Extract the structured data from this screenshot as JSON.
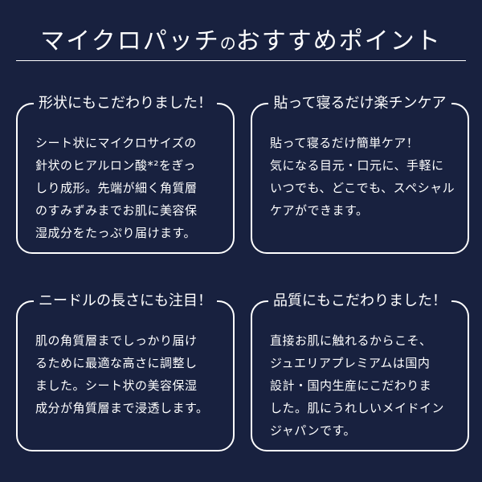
{
  "header": {
    "title_part1": "マイクロパッチ",
    "title_part2": "の",
    "title_part3": "おすすめポイント"
  },
  "cards": [
    {
      "title": "形状にもこだわりました！",
      "lines": [
        "シート状にマイクロサイズの",
        "針状のヒアルロン酸*²をぎっ",
        "しり成形。先端が細く角質層",
        "のすみずみまでお肌に美容保",
        "湿成分をたっぷり届けます。"
      ]
    },
    {
      "title": "貼って寝るだけ楽チンケア",
      "lines": [
        "貼って寝るだけ簡単ケア！",
        "気になる目元・口元に、手軽に",
        "いつでも、どこでも、スペシャル",
        "ケアができます。"
      ]
    },
    {
      "title": "ニードルの長さにも注目！",
      "lines": [
        "肌の角質層までしっかり届け",
        "るために最適な高さに調整し",
        "ました。シート状の美容保湿",
        "成分が角質層まで浸透します。"
      ]
    },
    {
      "title": "品質にもこだわりました！",
      "lines": [
        "直接お肌に触れるからこそ、",
        "ジュエリアプレミアムは国内",
        "設計・国内生産にこだわりま",
        "した。肌にうれしいメイドイン",
        "ジャパンです。"
      ]
    }
  ]
}
